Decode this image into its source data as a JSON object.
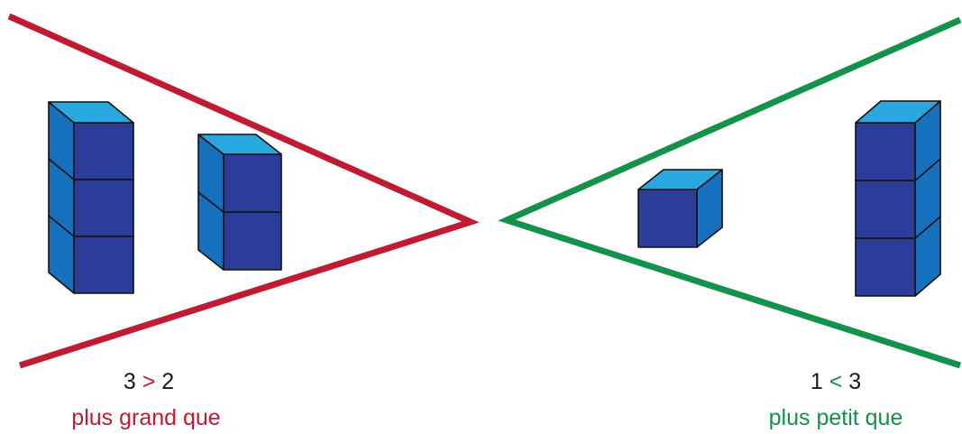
{
  "left": {
    "left_number": "3",
    "symbol": ">",
    "right_number": "2",
    "caption": "plus grand que",
    "color": "#c01b32",
    "cube_stacks": [
      3,
      2
    ]
  },
  "right": {
    "left_number": "1",
    "symbol": "<",
    "right_number": "3",
    "caption": "plus petit que",
    "color": "#12924a",
    "cube_stacks": [
      1,
      3
    ]
  },
  "cube_colors": {
    "front": "#2b3c99",
    "top": "#29a8e0",
    "side": "#1570bd",
    "edge": "#111111"
  }
}
